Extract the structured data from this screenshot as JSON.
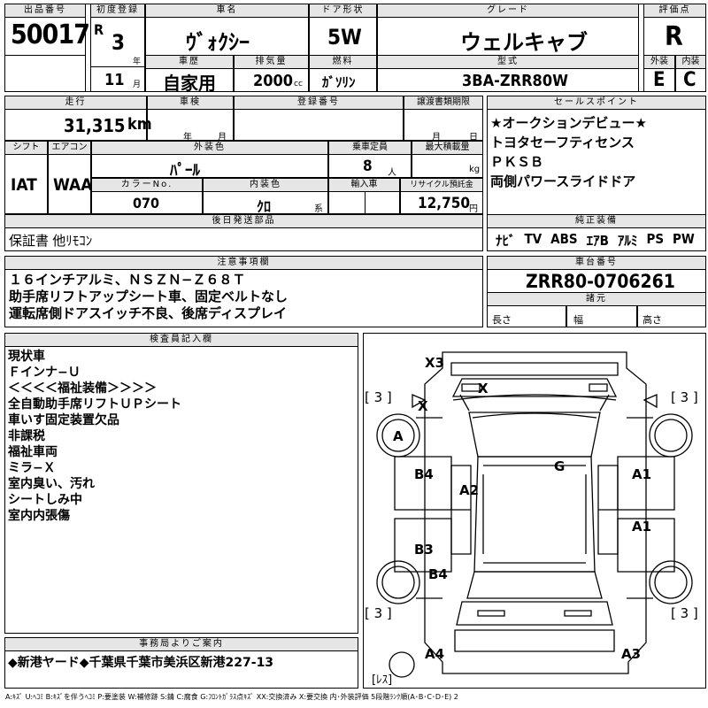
{
  "top": {
    "lot_no_label": "出品番号",
    "lot_no": "50017",
    "first_reg_label": "初度登録",
    "era": "R",
    "year_num": "3",
    "year_unit": "年",
    "month_num": "11",
    "month_unit": "月",
    "car_name_label": "車名",
    "car_name": "ｳﾞｫｸｼｰ",
    "door_label": "ドア形状",
    "door": "5W",
    "grade_label": "グレード",
    "grade": "ウェルキャブ",
    "score_label": "評価点",
    "score": "R",
    "history_label": "車歴",
    "history": "自家用",
    "displacement_label": "排気量",
    "displacement": "2000",
    "cc_unit": "cc",
    "fuel_label": "燃料",
    "fuel": "ｶﾞｿﾘﾝ",
    "model_label": "型式",
    "model": "3BA-ZRR80W",
    "ext_label": "外装",
    "ext": "E",
    "int_label": "内装",
    "int": "C"
  },
  "mid": {
    "mileage_label": "走行",
    "mileage": "31,315",
    "mileage_unit": "km",
    "inspection_label": "車検",
    "insp_year_unit": "年",
    "insp_month_unit": "月",
    "plate_label": "登録番号",
    "transfer_label": "譲渡書類期限",
    "transfer_month_unit": "月",
    "transfer_day_unit": "日",
    "shift_label": "シフト",
    "shift": "IAT",
    "ac_label": "エアコン",
    "ac": "WAA",
    "color_label": "外装色",
    "color": "ﾊﾟｰﾙ",
    "capacity_label": "乗車定員",
    "capacity": "8",
    "capacity_unit": "人",
    "load_label": "最大積載量",
    "load_unit": "kg",
    "color_no_label": "カラーNo.",
    "color_no": "070",
    "int_color_label": "内装色",
    "int_color": "ｸﾛ",
    "int_color_unit": "系",
    "import_label": "輸入車",
    "recycle_label": "リサイクル預託金",
    "recycle": "12,750",
    "recycle_unit": "円",
    "later_label": "後日発送部品",
    "later": "保証書 他ﾘﾓｺﾝ"
  },
  "sales": {
    "label": "セールスポイント",
    "lines": [
      "★オークションデビュー★",
      "トヨタセーフティセンス",
      "ＰＫＳＢ",
      "両側パワースライドドア"
    ]
  },
  "equipment": {
    "label": "純正装備",
    "items": [
      "ﾅﾋﾞ",
      "TV",
      "ABS",
      "ｴｱB",
      "ｱﾙﾐ",
      "PS",
      "PW"
    ]
  },
  "notes": {
    "label": "注意事項欄",
    "lines": [
      "１６インチアルミ、ＮＳＺＮ−Ｚ６８Ｔ",
      "助手席リフトアップシート車、固定ベルトなし",
      "運転席側ドアスイッチ不良、後席ディスプレイ"
    ]
  },
  "chassis": {
    "label": "車台番号",
    "value": "ZRR80-0706261",
    "spec_label": "諸元",
    "length": "長さ",
    "width": "幅",
    "height": "高さ"
  },
  "inspector": {
    "label": "検査員記入欄",
    "lines": [
      "現状車",
      "Ｆインナ−Ｕ",
      "＜＜＜＜福祉装備＞＞＞＞",
      "全自動助手席リフトＵＰシート",
      "車いす固定装置欠品",
      "非課税",
      "福祉車両",
      "ミラ−Ｘ",
      "室内臭い、汚れ",
      "シートしみ中",
      "室内内張傷"
    ]
  },
  "office": {
    "label": "事務局よりご案内",
    "text": "◆新港ヤード◆千葉県千葉市美浜区新港227-13"
  },
  "diagram": {
    "marks": [
      "X3",
      "X",
      "X",
      "A",
      "G",
      "B4",
      "A2",
      "A1",
      "A1",
      "B3",
      "B4",
      "A4",
      "A3"
    ],
    "tires": [
      "[ 3 ]",
      "[ 3 ]",
      "[ 3 ]",
      "[ 3 ]"
    ],
    "spare": "[ﾚｽ]"
  },
  "legend": "A:ｷｽﾞ U:ﾍｺﾐ B:ｷｽﾞを伴うﾍｺﾐ P:要塗装 W:補修跡 S:錆 C:腐食 G:ﾌﾛﾝﾄｶﾞﾗｽ点ｷｽﾞ XX:交換済み X:要交換 内･外装評価 5段階ﾗﾝｸ順(A･B･C･D･E) 2"
}
